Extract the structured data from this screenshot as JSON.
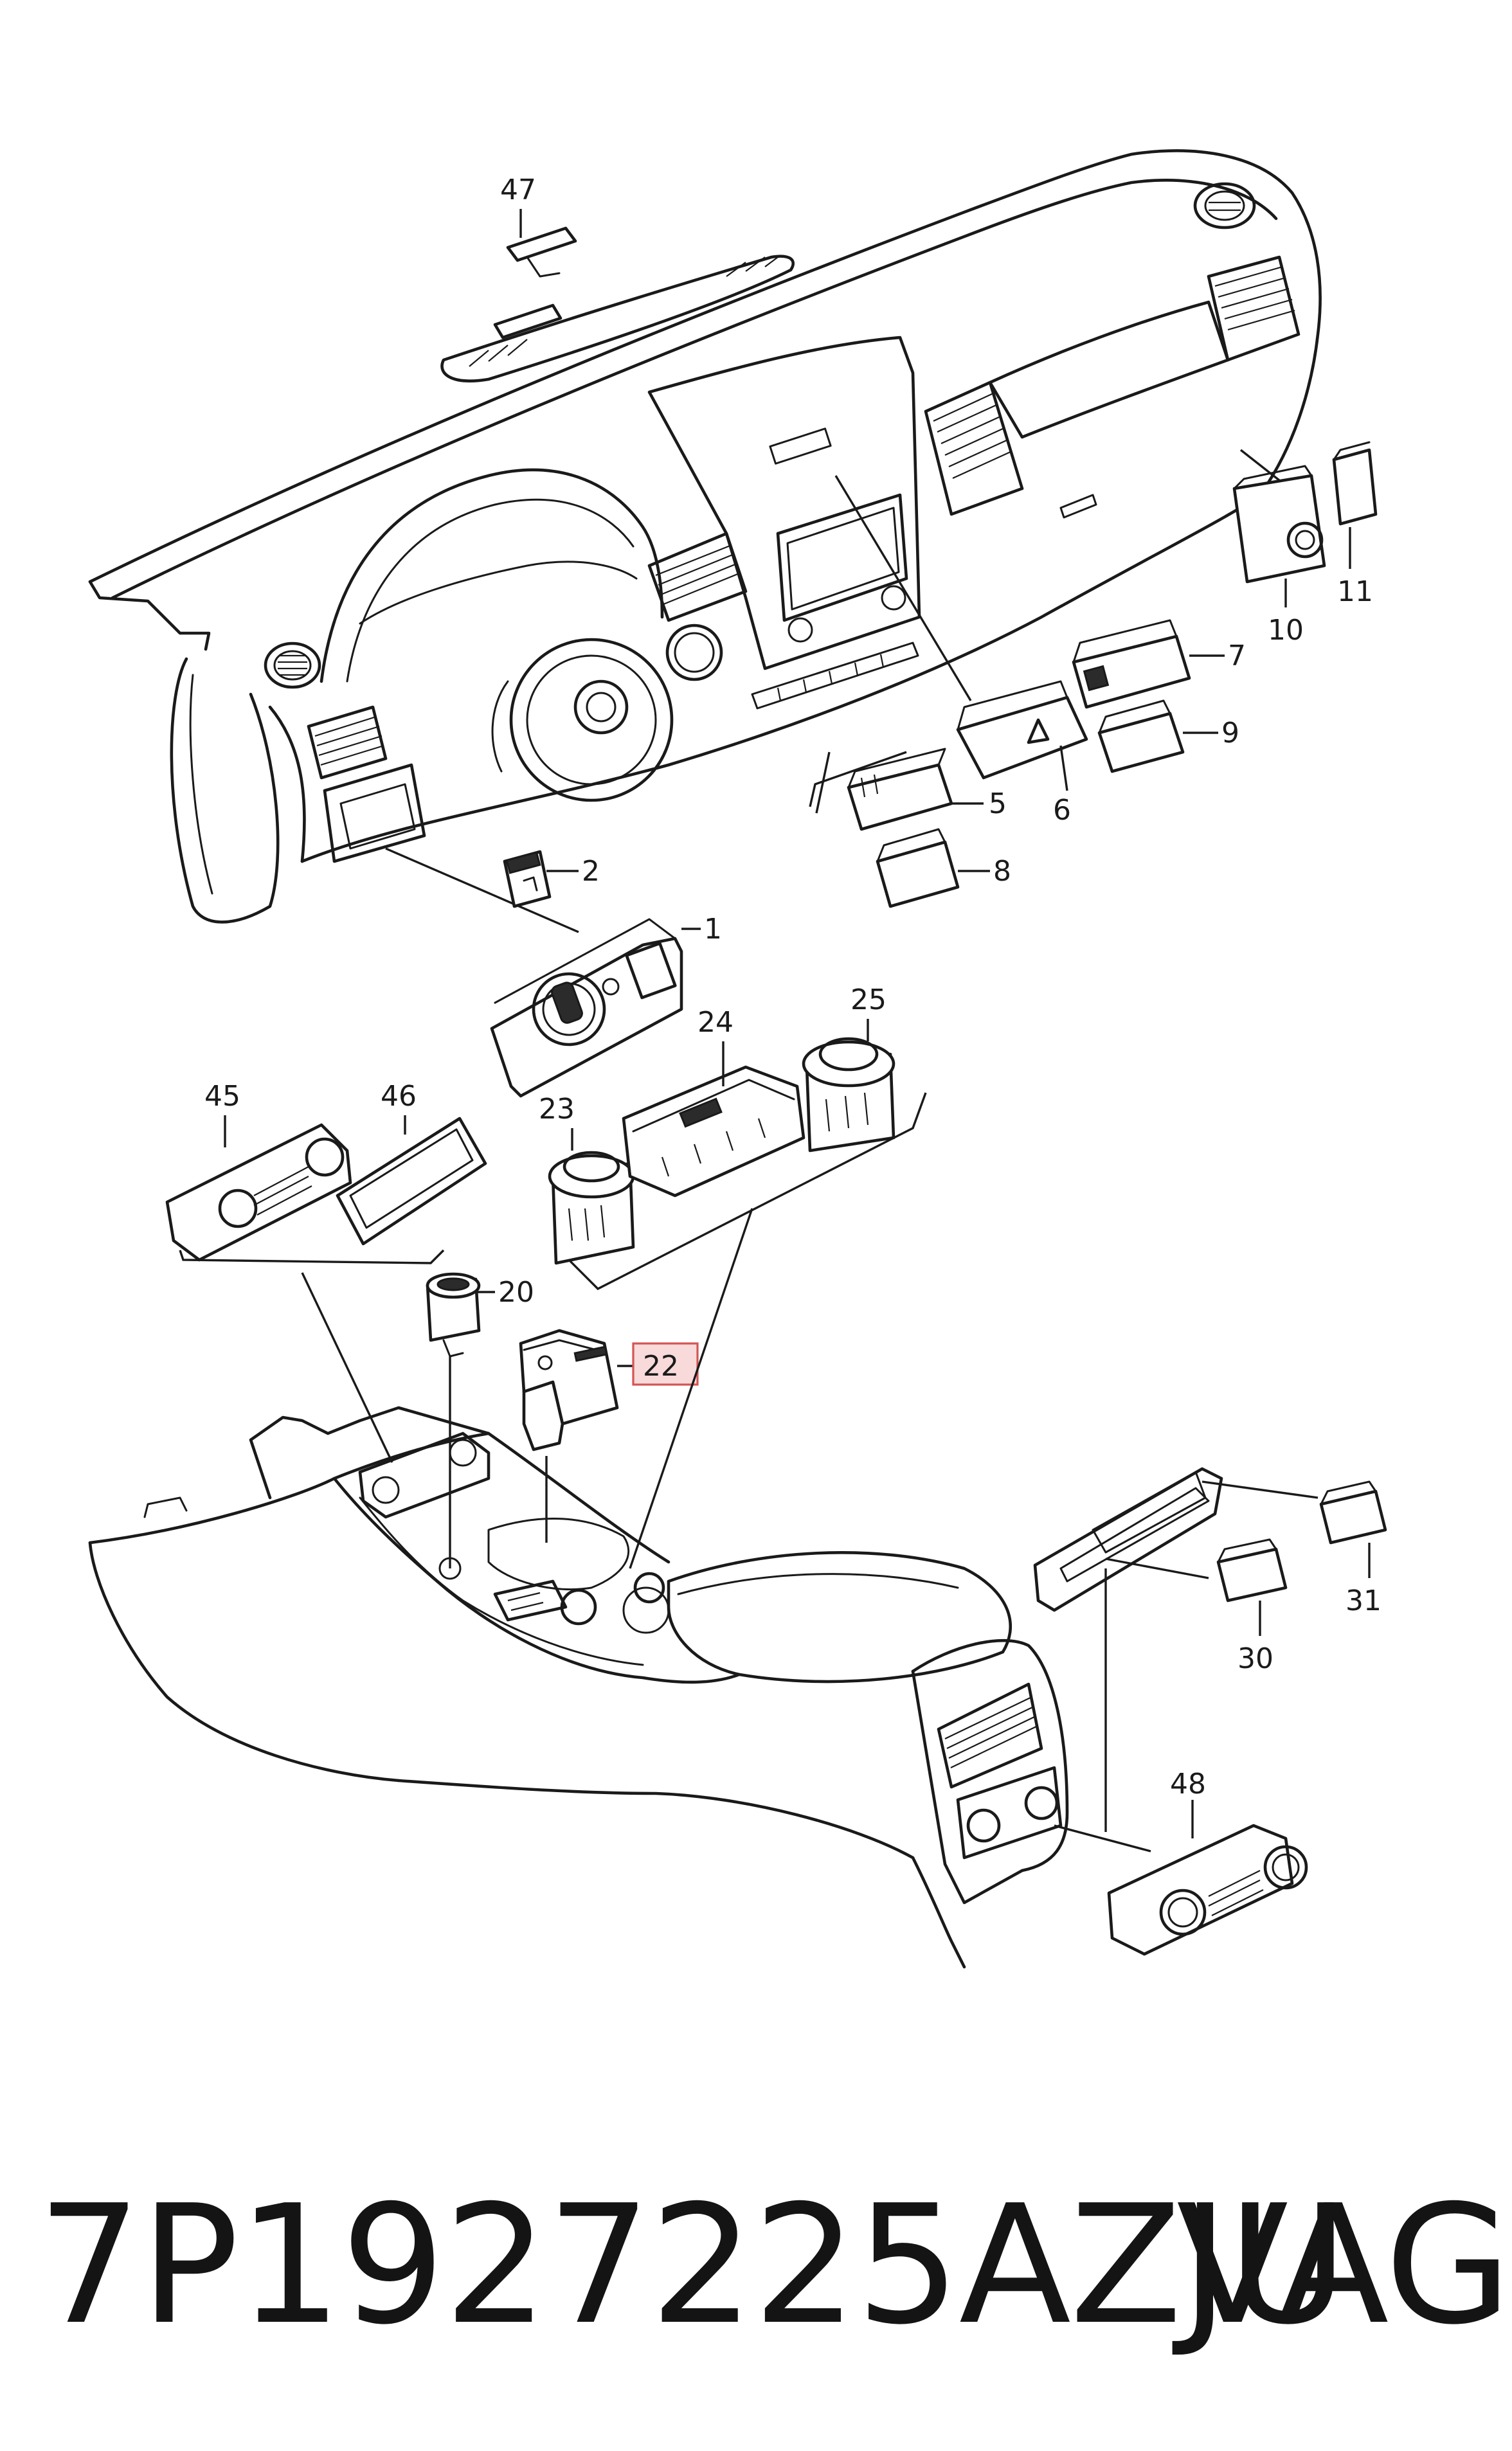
{
  "callouts": {
    "c47": "47",
    "c11": "11",
    "c10": "10",
    "c7": "7",
    "c9": "9",
    "c6": "6",
    "c5": "5",
    "c8": "8",
    "c2": "2",
    "c1": "1",
    "c25": "25",
    "c24": "24",
    "c23": "23",
    "c45": "45",
    "c46": "46",
    "c20": "20",
    "c22": "22",
    "c31": "31",
    "c30": "30",
    "c48": "48"
  },
  "highlighted_callout": "22",
  "highlight_color": "#d45555",
  "footer": {
    "part_number": "7P1927225AZJU",
    "brand": "VAG"
  }
}
